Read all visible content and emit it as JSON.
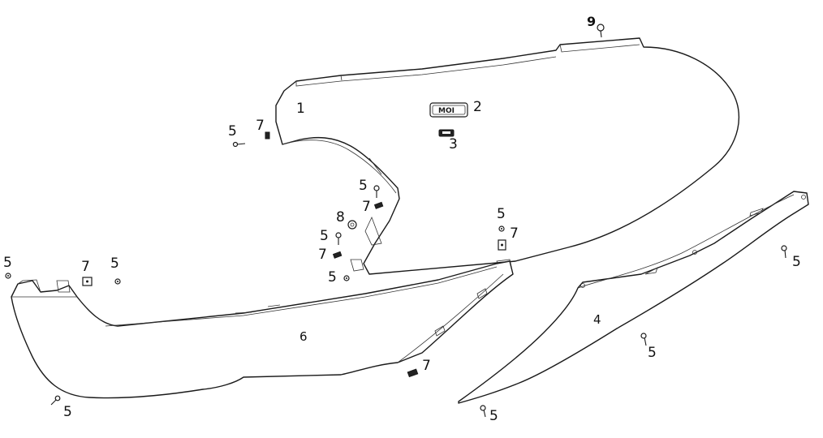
{
  "diagram": {
    "emblem_text": "MOI",
    "callouts": [
      {
        "id": "label-1",
        "text": "1"
      },
      {
        "id": "label-2",
        "text": "2"
      },
      {
        "id": "label-3",
        "text": "3"
      },
      {
        "id": "label-4",
        "text": "4"
      },
      {
        "id": "label-5a",
        "text": "5"
      },
      {
        "id": "label-5b",
        "text": "5"
      },
      {
        "id": "label-5c",
        "text": "5"
      },
      {
        "id": "label-5d",
        "text": "5"
      },
      {
        "id": "label-5e",
        "text": "5"
      },
      {
        "id": "label-5f",
        "text": "5"
      },
      {
        "id": "label-5g",
        "text": "5"
      },
      {
        "id": "label-5h",
        "text": "5"
      },
      {
        "id": "label-5i",
        "text": "5"
      },
      {
        "id": "label-5j",
        "text": "5"
      },
      {
        "id": "label-5k",
        "text": "5"
      },
      {
        "id": "label-6",
        "text": "6"
      },
      {
        "id": "label-7a",
        "text": "7"
      },
      {
        "id": "label-7b",
        "text": "7"
      },
      {
        "id": "label-7c",
        "text": "7"
      },
      {
        "id": "label-7d",
        "text": "7"
      },
      {
        "id": "label-7e",
        "text": "7"
      },
      {
        "id": "label-7f",
        "text": "7"
      },
      {
        "id": "label-8",
        "text": "8"
      },
      {
        "id": "label-9",
        "text": "9"
      }
    ]
  }
}
